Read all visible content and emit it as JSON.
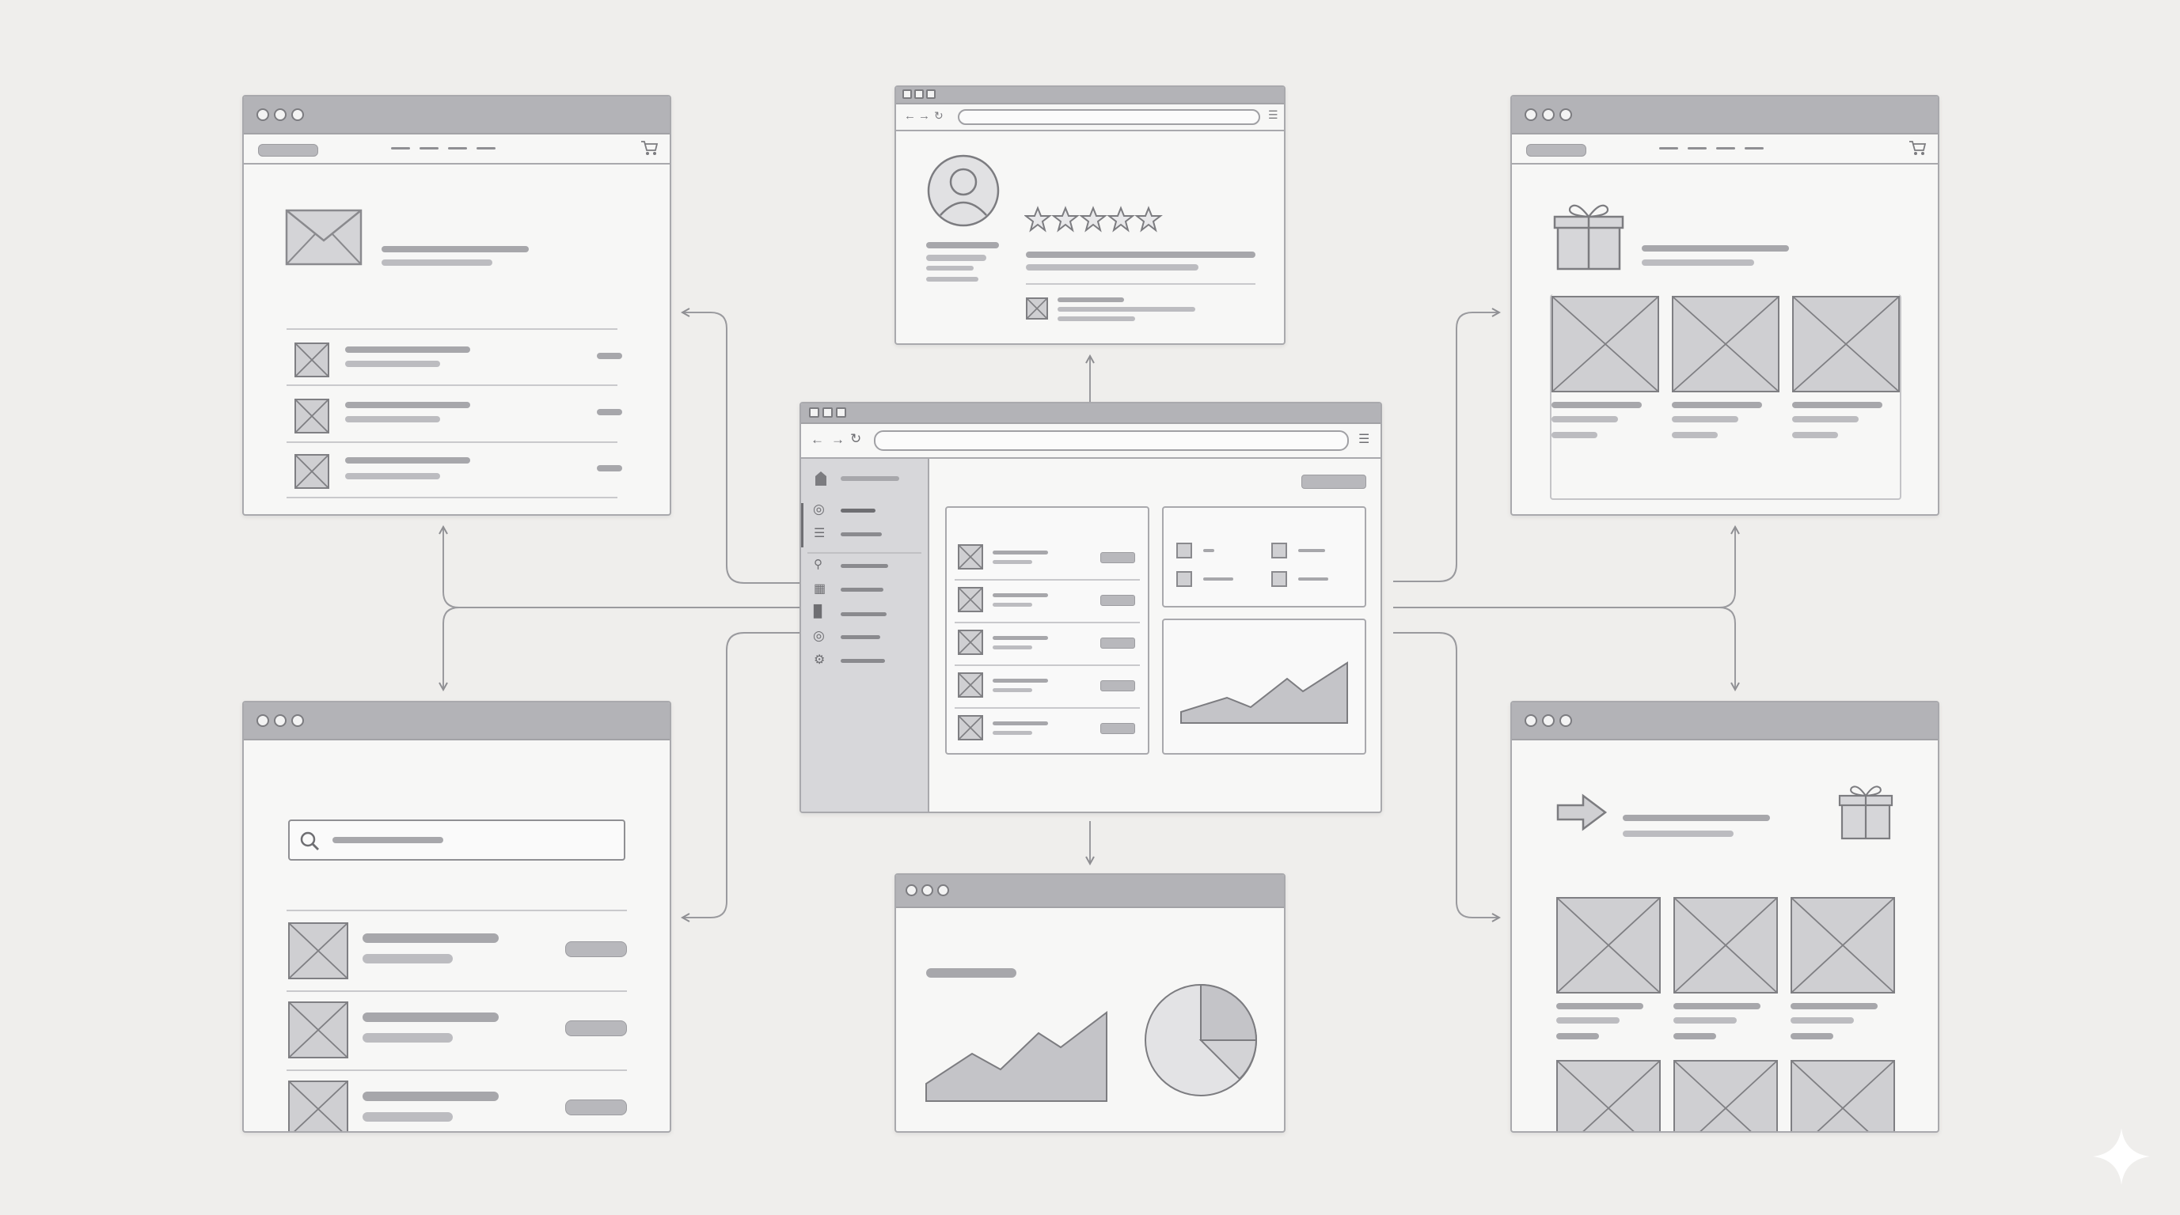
{
  "diagram": {
    "windows": [
      "top-left-email-list",
      "top-center-profile-review",
      "top-right-gift-products",
      "center-dashboard",
      "bottom-left-search-results",
      "bottom-center-analytics",
      "bottom-right-promo-products"
    ],
    "colors": {
      "background": "#efeeec",
      "window_fill": "#f7f7f6",
      "titlebar": "#b3b3b7",
      "stroke": "#a9a9ad",
      "connector": "#8e8e92",
      "placeholder_bar": "#a7a7ab",
      "chart_fill": "#c4c4c8"
    },
    "icons": [
      "mail-icon",
      "cart-icon",
      "user-avatar-icon",
      "star-icon",
      "gift-icon",
      "arrow-right-icon",
      "search-icon",
      "back-icon",
      "forward-icon",
      "reload-icon",
      "menu-icon",
      "sparkle-icon"
    ],
    "rating_stars": 5
  }
}
